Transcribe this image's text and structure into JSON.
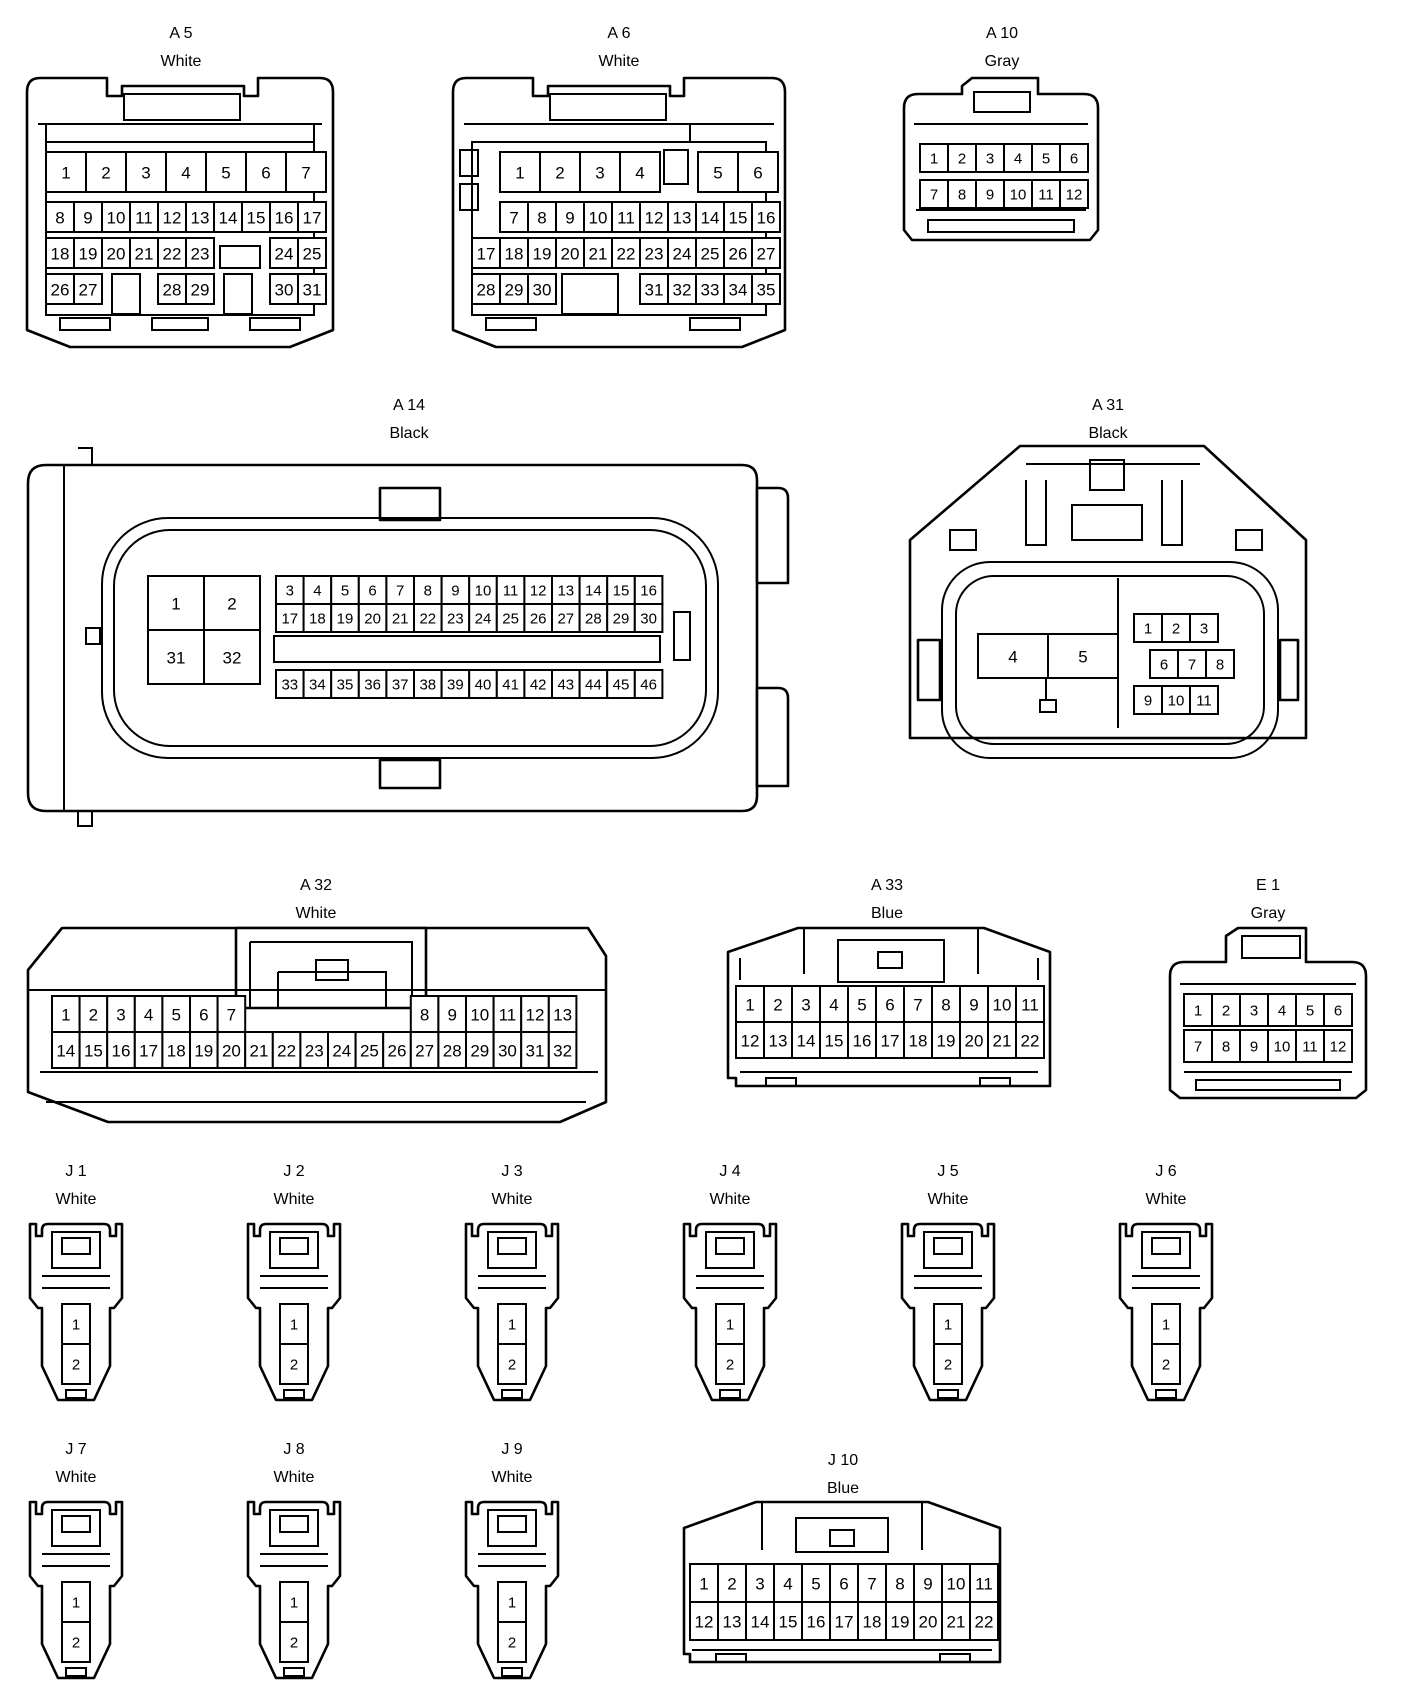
{
  "connectors": {
    "A5": {
      "id": "A 5",
      "color": "White"
    },
    "A6": {
      "id": "A 6",
      "color": "White"
    },
    "A10": {
      "id": "A 10",
      "color": "Gray"
    },
    "A14": {
      "id": "A 14",
      "color": "Black"
    },
    "A31": {
      "id": "A 31",
      "color": "Black"
    },
    "A32": {
      "id": "A 32",
      "color": "White"
    },
    "A33": {
      "id": "A 33",
      "color": "Blue"
    },
    "E1": {
      "id": "E 1",
      "color": "Gray"
    },
    "J1": {
      "id": "J 1",
      "color": "White"
    },
    "J2": {
      "id": "J 2",
      "color": "White"
    },
    "J3": {
      "id": "J 3",
      "color": "White"
    },
    "J4": {
      "id": "J 4",
      "color": "White"
    },
    "J5": {
      "id": "J 5",
      "color": "White"
    },
    "J6": {
      "id": "J 6",
      "color": "White"
    },
    "J7": {
      "id": "J 7",
      "color": "White"
    },
    "J8": {
      "id": "J 8",
      "color": "White"
    },
    "J9": {
      "id": "J 9",
      "color": "White"
    },
    "J10": {
      "id": "J 10",
      "color": "Blue"
    }
  },
  "pins": {
    "A5": {
      "row1": [
        "1",
        "2",
        "3",
        "4",
        "5",
        "6",
        "7"
      ],
      "row2": [
        "8",
        "9",
        "10",
        "11",
        "12",
        "13",
        "14",
        "15",
        "16",
        "17"
      ],
      "row3": [
        "18",
        "19",
        "20",
        "21",
        "22",
        "23",
        "24",
        "25"
      ],
      "row4": [
        "26",
        "27",
        "28",
        "29",
        "30",
        "31"
      ]
    },
    "A6": {
      "row1": [
        "1",
        "2",
        "3",
        "4",
        "5",
        "6"
      ],
      "row2": [
        "7",
        "8",
        "9",
        "10",
        "11",
        "12",
        "13",
        "14",
        "15",
        "16"
      ],
      "row3": [
        "17",
        "18",
        "19",
        "20",
        "21",
        "22",
        "23",
        "24",
        "25",
        "26",
        "27"
      ],
      "row4": [
        "28",
        "29",
        "30",
        "31",
        "32",
        "33",
        "34",
        "35"
      ]
    },
    "A10": {
      "row1": [
        "1",
        "2",
        "3",
        "4",
        "5",
        "6"
      ],
      "row2": [
        "7",
        "8",
        "9",
        "10",
        "11",
        "12"
      ]
    },
    "A14": {
      "big": [
        "1",
        "2",
        "31",
        "32"
      ],
      "row1": [
        "3",
        "4",
        "5",
        "6",
        "7",
        "8",
        "9",
        "10",
        "11",
        "12",
        "13",
        "14",
        "15",
        "16"
      ],
      "row2": [
        "17",
        "18",
        "19",
        "20",
        "21",
        "22",
        "23",
        "24",
        "25",
        "26",
        "27",
        "28",
        "29",
        "30"
      ],
      "row3": [
        "33",
        "34",
        "35",
        "36",
        "37",
        "38",
        "39",
        "40",
        "41",
        "42",
        "43",
        "44",
        "45",
        "46"
      ]
    },
    "A31": {
      "big": [
        "4",
        "5"
      ],
      "row1": [
        "1",
        "2",
        "3"
      ],
      "row2": [
        "6",
        "7",
        "8"
      ],
      "row3": [
        "9",
        "10",
        "11"
      ]
    },
    "A32": {
      "row1": [
        "1",
        "2",
        "3",
        "4",
        "5",
        "6",
        "7",
        "8",
        "9",
        "10",
        "11",
        "12",
        "13"
      ],
      "row2": [
        "14",
        "15",
        "16",
        "17",
        "18",
        "19",
        "20",
        "21",
        "22",
        "23",
        "24",
        "25",
        "26",
        "27",
        "28",
        "29",
        "30",
        "31",
        "32"
      ]
    },
    "A33": {
      "row1": [
        "1",
        "2",
        "3",
        "4",
        "5",
        "6",
        "7",
        "8",
        "9",
        "10",
        "11"
      ],
      "row2": [
        "12",
        "13",
        "14",
        "15",
        "16",
        "17",
        "18",
        "19",
        "20",
        "21",
        "22"
      ]
    },
    "E1": {
      "row1": [
        "1",
        "2",
        "3",
        "4",
        "5",
        "6"
      ],
      "row2": [
        "7",
        "8",
        "9",
        "10",
        "11",
        "12"
      ]
    },
    "J": {
      "pins": [
        "1",
        "2"
      ]
    },
    "J10": {
      "row1": [
        "1",
        "2",
        "3",
        "4",
        "5",
        "6",
        "7",
        "8",
        "9",
        "10",
        "11"
      ],
      "row2": [
        "12",
        "13",
        "14",
        "15",
        "16",
        "17",
        "18",
        "19",
        "20",
        "21",
        "22"
      ]
    }
  }
}
